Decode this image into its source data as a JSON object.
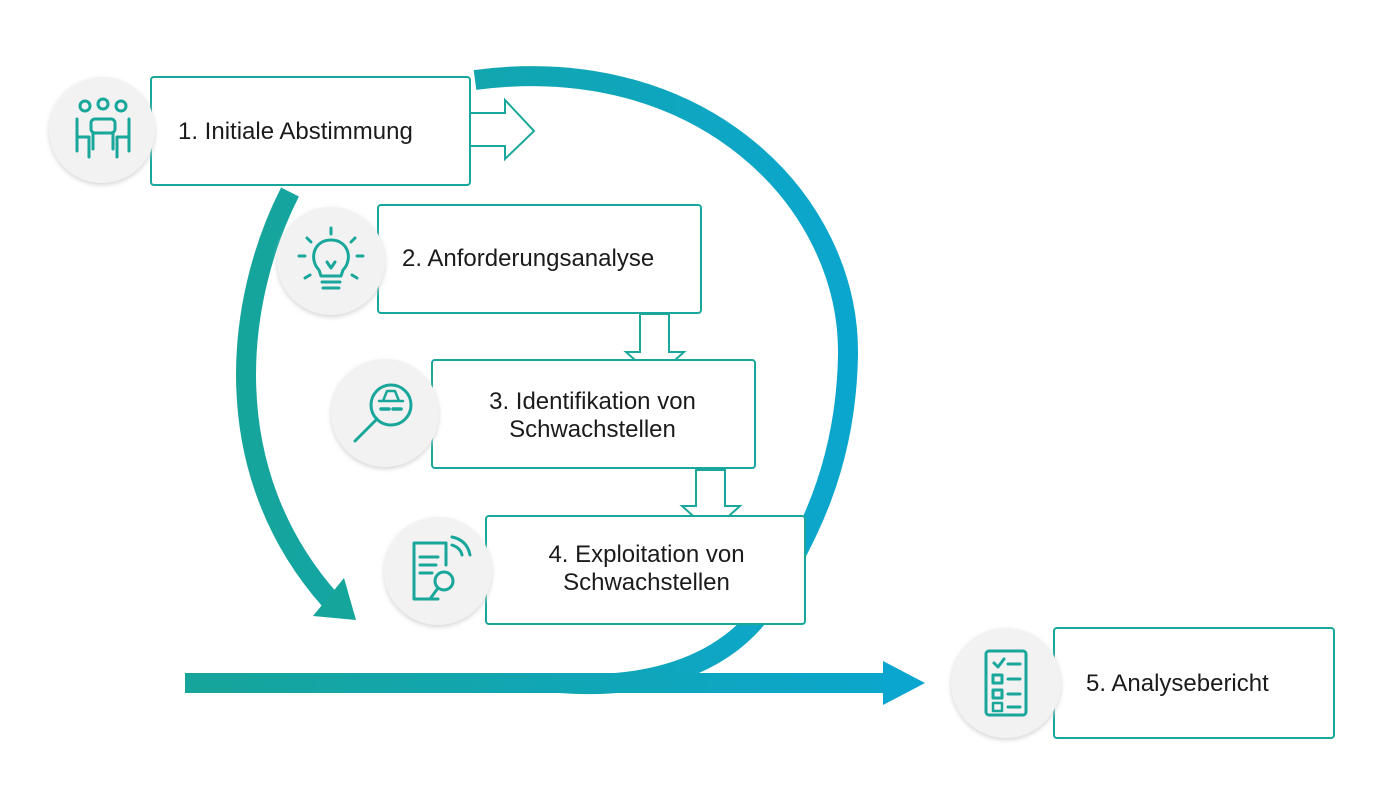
{
  "colors": {
    "accent": "#1aa79b",
    "arc_start": "#16a59a",
    "arc_end": "#0ba6cf",
    "circle_bg": "#f2f2f2",
    "text": "#1b1b1b"
  },
  "steps": [
    {
      "line1": "1. Initiale Abstimmung",
      "line2": "",
      "icon": "meeting-people-icon"
    },
    {
      "line1": "2. Anforderungsanalyse",
      "line2": "",
      "icon": "lightbulb-icon"
    },
    {
      "line1": "3. Identifikation von",
      "line2": "Schwachstellen",
      "icon": "spy-magnifier-icon"
    },
    {
      "line1": "4. Exploitation von",
      "line2": "Schwachstellen",
      "icon": "document-search-icon"
    },
    {
      "line1": "5. Analysebericht",
      "line2": "",
      "icon": "checklist-icon"
    }
  ]
}
